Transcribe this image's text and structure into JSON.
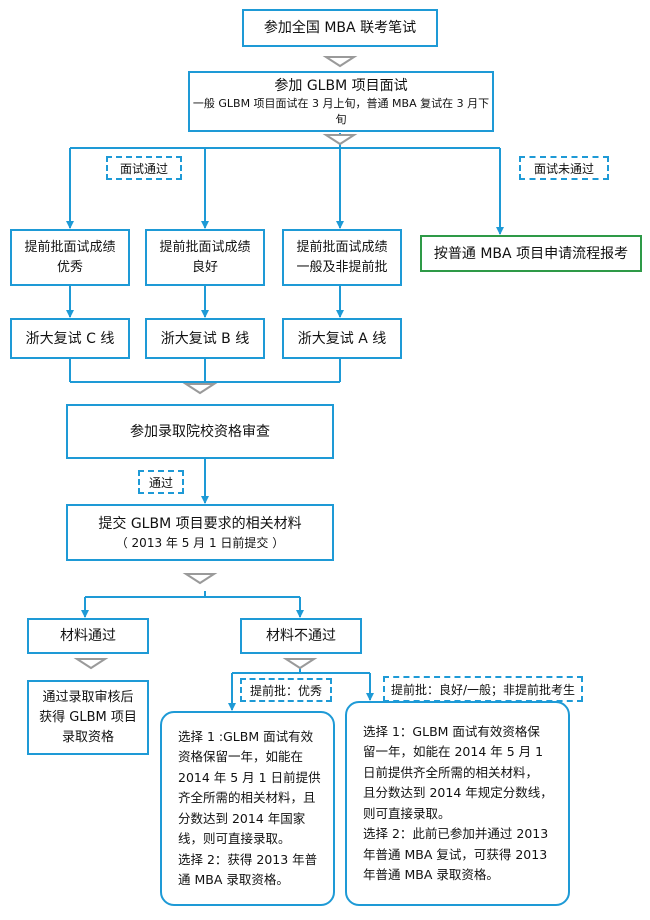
{
  "colors": {
    "line": "#1e9ad6",
    "green": "#2e9a47",
    "chevron": "#9a9a9a"
  },
  "step1": "参加全国 MBA 联考笔试",
  "step2": {
    "title": "参加 GLBM 项目面试",
    "note": "一般 GLBM 项目面试在 3 月上旬，普通 MBA 复试在 3 月下旬"
  },
  "labels": {
    "interview_pass": "面试通过",
    "interview_fail": "面试未通过",
    "pass": "通过",
    "early_excellent": "提前批：优秀",
    "early_other": "提前批：良好/一般；非提前批考生"
  },
  "normal_apply": "按普通 MBA 项目申请流程报考",
  "branches": [
    {
      "line1": "提前批面试成绩",
      "line2": "优秀",
      "result": "浙大复试 C 线"
    },
    {
      "line1": "提前批面试成绩",
      "line2": "良好",
      "result": "浙大复试 B 线"
    },
    {
      "line1": "提前批面试成绩",
      "line2": "一般及非提前批",
      "result": "浙大复试 A 线"
    }
  ],
  "review": "参加录取院校资格审查",
  "submit": {
    "title": "提交 GLBM 项目要求的相关材料",
    "note": "（ 2013 年 5 月 1 日前提交 ）"
  },
  "material_pass": "材料通过",
  "material_fail": "材料不通过",
  "admitted": {
    "line1": "通过录取审核后",
    "line2": "获得 GLBM 项目",
    "line3": "录取资格"
  },
  "option_left": "选择 1 :GLBM 面试有效\n资格保留一年，如能在\n2014 年 5 月 1 日前提供\n齐全所需的相关材料，且\n分数达到 2014 年国家\n线，则可直接录取。\n选择 2：获得 2013 年普\n通 MBA 录取资格。",
  "option_right": "选择 1：GLBM 面试有效资格保\n留一年，如能在 2014 年 5 月 1\n日前提供齐全所需的相关材料，\n且分数达到 2014 年规定分数线，\n则可直接录取。\n选择 2：此前已参加并通过 2013\n年普通 MBA 复试，可获得 2013\n年普通 MBA 录取资格。"
}
